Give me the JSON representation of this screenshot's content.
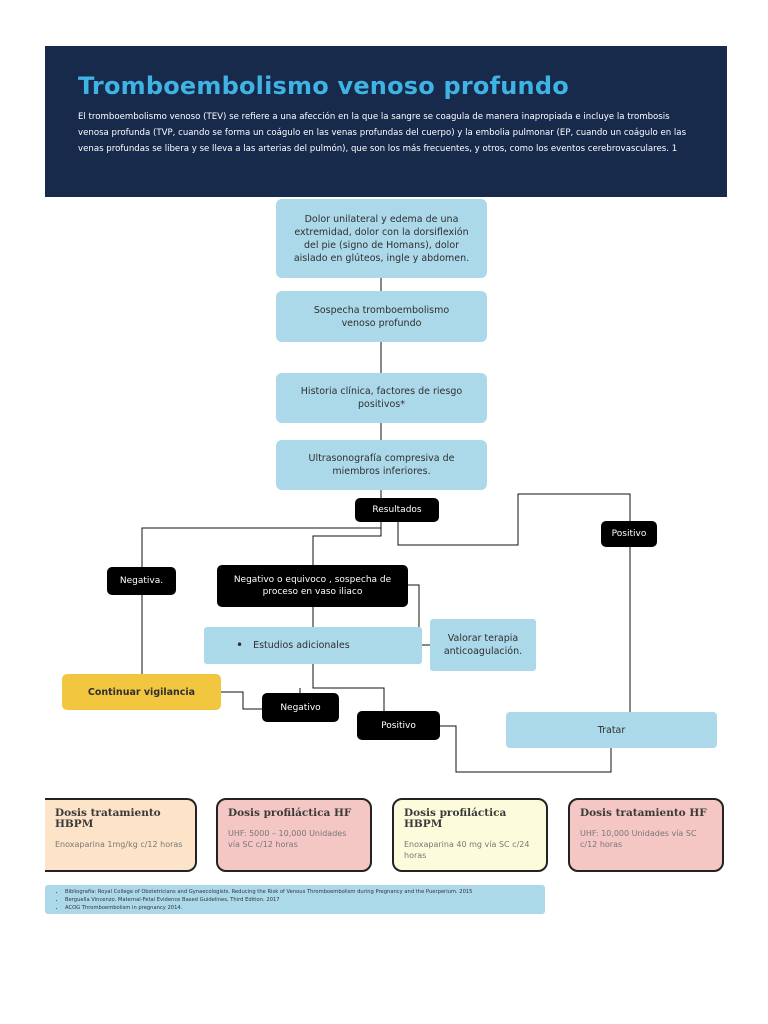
{
  "header": {
    "title": "Tromboembolismo venoso profundo",
    "description": "El tromboembolismo venoso (TEV) se refiere a una afección en la que la sangre se coagula de manera inapropiada e incluye la trombosis venosa profunda (TVP, cuando se forma un coágulo en las venas profundas del cuerpo) y la embolia pulmonar (EP, cuando un coágulo en las venas profundas se libera y se lleva a las arterias del pulmón), que son los más frecuentes, y otros, como los eventos cerebrovasculares. 1"
  },
  "flow": {
    "symptoms": "Dolor unilateral y edema de una extremidad, dolor con la dorsiflexión del pie (signo de Homans), dolor aislado en glúteos, ingle y abdomen.",
    "suspicion": "Sospecha tromboembolismo venoso profundo",
    "history": "Historia clínica, factores de riesgo positivos*",
    "ultrasound": "Ultrasonografía compresiva de miembros inferiores.",
    "results": "Resultados",
    "negative": "Negativa.",
    "equivocal": "Negativo o equivoco , sospecha de proceso en vaso iliaco",
    "positive_right": "Positivo",
    "additional_studies": "Estudios adicionales",
    "bullet": "•",
    "assess_therapy": "Valorar terapia anticoagulación.",
    "continue_monitoring": "Continuar vigilancia",
    "negative_2": "Negativo",
    "positive_2": "Positivo",
    "treat": "Tratar"
  },
  "doses": [
    {
      "title": "Dosis tratamiento HBPM",
      "text": "Enoxaparina 1mg/kg c/12 horas",
      "bg": "#fde3c8"
    },
    {
      "title": "Dosis profiláctica HF",
      "text": "UHF: 5000 – 10,000 Unidades vía SC c/12 horas",
      "bg": "#f4c7c5"
    },
    {
      "title": "Dosis profiláctica HBPM",
      "text": "Enoxaparina 40 mg vía SC c/24 horas",
      "bg": "#fcfcdc"
    },
    {
      "title": "Dosis tratamiento HF",
      "text": "UHF: 10,000 Unidades vía SC c/12 horas",
      "bg": "#f4c7c5"
    }
  ],
  "references": [
    "Bibliografía: Royal College of Obstetricians and Gynaecologists. Reducing the Risk of Venous Thromboembolism during Pregnancy and the Puerperium. 2015",
    "Berguella Vincenzo. Maternal-Fetal Evidence Based Guidelines, Third Edition. 2017",
    "ACOG Thromboembolism in pregnancy 2014."
  ],
  "colors": {
    "header_bg": "#172a4c",
    "title": "#3fb3e3",
    "box_blue": "#acd9ea",
    "box_yellow": "#f3c63f",
    "box_black": "#000000"
  }
}
